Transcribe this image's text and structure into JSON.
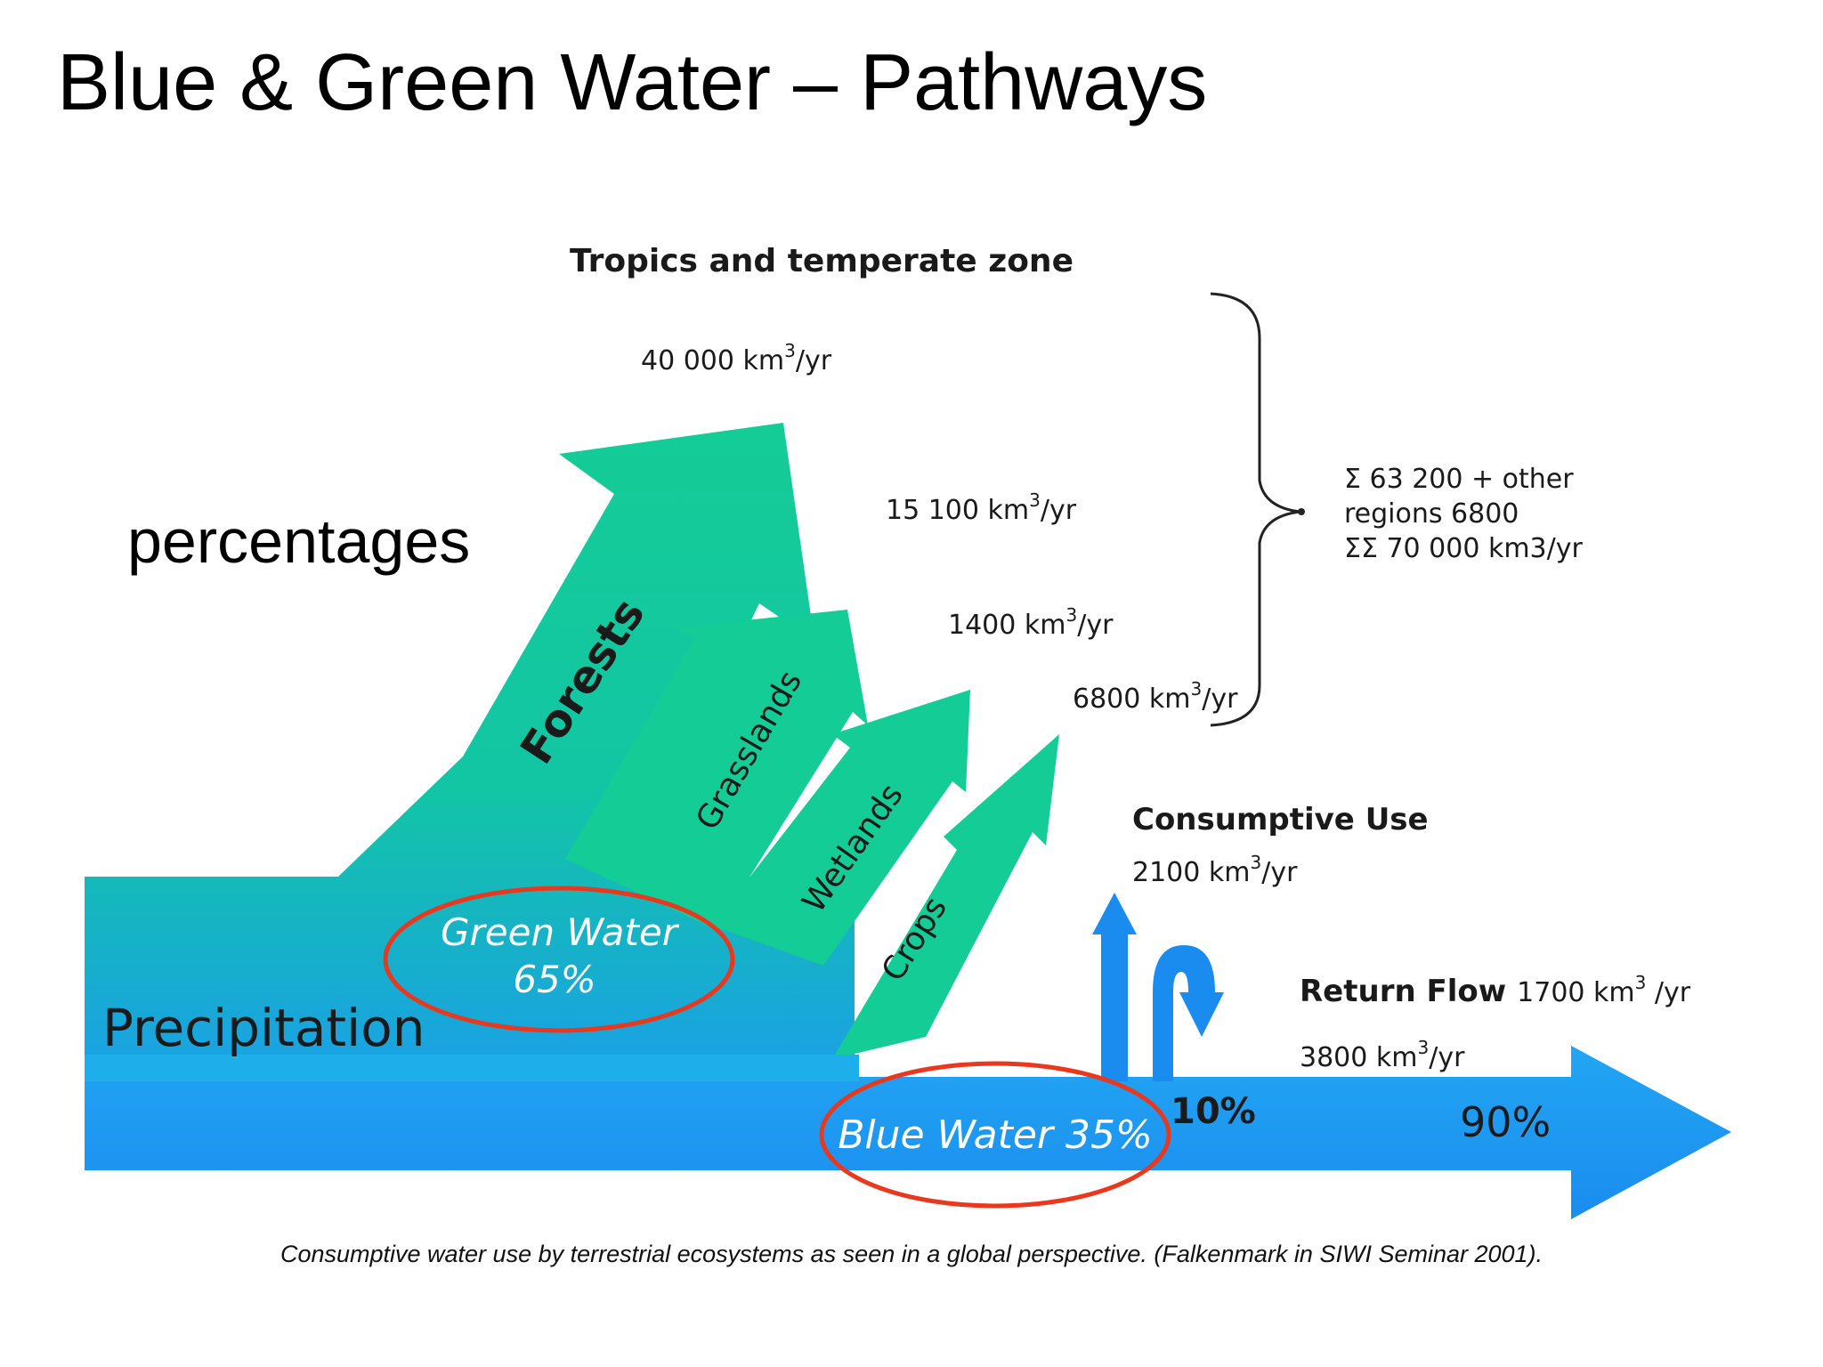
{
  "title": "Blue & Green Water – Pathways",
  "header": "Tropics and temperate zone",
  "side_label": "percentages",
  "flows": {
    "forests": {
      "label": "Forests",
      "value": "40 000 km",
      "unit": "/yr"
    },
    "grasslands": {
      "label": "Grasslands",
      "value": "15 100 km",
      "unit": "/yr"
    },
    "wetlands": {
      "label": "Wetlands",
      "value": "1400 km",
      "unit": "/yr"
    },
    "crops": {
      "label": "Crops",
      "value": "6800 km",
      "unit": "/yr"
    }
  },
  "exponent": "3",
  "sum": {
    "line1": "Σ 63 200 + other",
    "line2": "regions 6800",
    "line3": "ΣΣ 70 000 km3/yr"
  },
  "precipitation": "Precipitation",
  "green_water": {
    "name": "Green Water",
    "percent": "65%"
  },
  "blue_water": "Blue Water 35%",
  "consumptive_use": {
    "label": "Consumptive Use",
    "value": "2100 km",
    "unit": "/yr"
  },
  "return_flow": {
    "label": "Return Flow",
    "value": "1700 km",
    "unit": " /yr"
  },
  "runoff": {
    "value": "3800 km",
    "unit": "/yr"
  },
  "pct_10": "10%",
  "pct_90": "90%",
  "caption": "Consumptive water use by terrestrial ecosystems as seen in a global perspective. (Falkenmark in SIWI Seminar 2001).",
  "colors": {
    "green": "#14cc96",
    "blue": "#1a8cf0",
    "ellipse": "#e8381e"
  }
}
